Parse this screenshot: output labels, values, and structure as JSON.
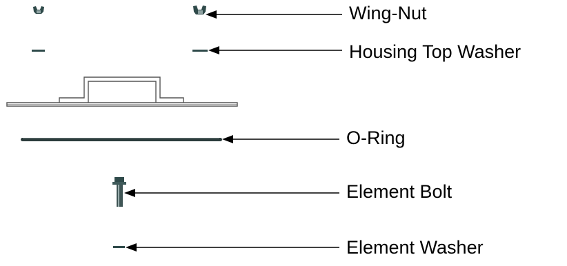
{
  "labels": {
    "wing_nut": "Wing-Nut",
    "housing_top_washer": "Housing Top Washer",
    "o_ring": "O-Ring",
    "element_bolt": "Element Bolt",
    "element_washer": "Element Washer"
  },
  "colors": {
    "part_fill": "#2f4a4a",
    "part_light": "#8fa3a3",
    "housing_stroke": "#555555",
    "leader_line": "#000000"
  }
}
